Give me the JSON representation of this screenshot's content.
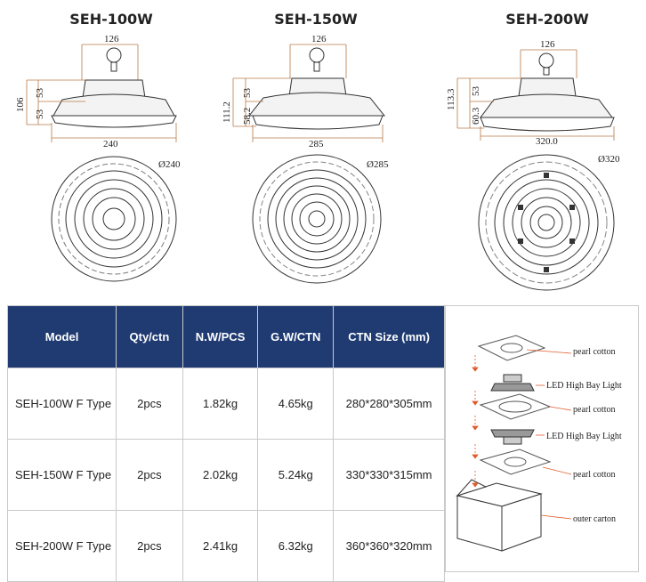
{
  "models": [
    {
      "title": "SEH-100W",
      "top_width": "126",
      "total_height": "106",
      "upper_height": "53",
      "lower_height": "53",
      "base_width": "240",
      "diameter": "Ø240"
    },
    {
      "title": "SEH-150W",
      "top_width": "126",
      "total_height": "111.2",
      "upper_height": "53",
      "lower_height": "58.2",
      "base_width": "285",
      "diameter": "Ø285"
    },
    {
      "title": "SEH-200W",
      "top_width": "126",
      "total_height": "113.3",
      "upper_height": "53",
      "lower_height": "60.3",
      "base_width": "320.0",
      "diameter": "Ø320"
    }
  ],
  "table": {
    "headers": [
      "Model",
      "Qty/ctn",
      "N.W/PCS",
      "G.W/CTN",
      "CTN Size (mm)"
    ],
    "rows": [
      [
        "SEH-100W F Type",
        "2pcs",
        "1.82kg",
        "4.65kg",
        "280*280*305mm"
      ],
      [
        "SEH-150W F Type",
        "2pcs",
        "2.02kg",
        "5.24kg",
        "330*330*315mm"
      ],
      [
        "SEH-200W F Type",
        "2pcs",
        "2.41kg",
        "6.32kg",
        "360*360*320mm"
      ]
    ]
  },
  "packing": {
    "labels": [
      "pearl cotton",
      "LED High Bay Light",
      "pearl cotton",
      "LED High Bay Light",
      "pearl cotton",
      "outer carton"
    ]
  },
  "colors": {
    "header_bg": "#1f3b72",
    "dim_line": "#b87a48",
    "arrow": "#e05a2b"
  }
}
